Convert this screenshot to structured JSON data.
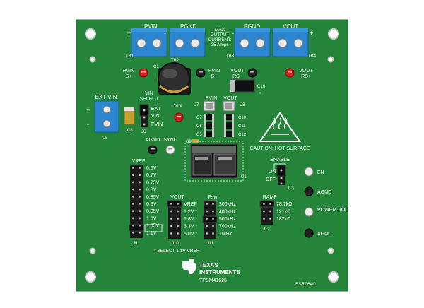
{
  "board": {
    "terminals": {
      "pvin": "PVIN",
      "pgnd1": "PGND",
      "pgnd2": "PGND",
      "vout": "VOUT",
      "tb1": "TB1",
      "tb2": "TB2",
      "tb3": "TB3",
      "tb4": "TB4",
      "plus": "+",
      "minus": "-"
    },
    "max_current": {
      "line1": "MAX",
      "line2": "OUTPUT",
      "line3": "CURRENT:",
      "line4": "25 Amps"
    },
    "testpoints": {
      "pvin_splus": "PVIN S+",
      "pvin_sminus": "PVIN S-",
      "vout_rsminus": "VOUT RS-",
      "vout_rsplus": "VOUT RS+",
      "vin": "VIN",
      "agnd": "AGND",
      "sync": "SYNC"
    },
    "labels": {
      "c1": "C1",
      "c16": "C16",
      "c8": "C8",
      "c9": "C9",
      "c7": "C7",
      "c6": "C6",
      "c5": "C5",
      "c10": "C10",
      "c11": "C11",
      "c12": "C12",
      "j7": "J7",
      "j8": "J8",
      "pvin_small": "PVIN",
      "vout_small": "VOUT",
      "u1": "U1",
      "j5": "J5",
      "j6": "J6"
    },
    "ext_vin": {
      "title": "EXT VIN",
      "plus": "+",
      "minus": "-"
    },
    "vin_select": {
      "title1": "VIN",
      "title2": "SELECT",
      "options": [
        "EXT",
        "VIN",
        "PVIN"
      ]
    },
    "caution": "CAUTION: HOT SURFACE",
    "enable": {
      "title": "ENABLE",
      "on": "ON",
      "off": "OFF",
      "ref": "J13"
    },
    "right_tps": [
      "EN",
      "AGND",
      "POWER GOOD",
      "AGND"
    ],
    "vref": {
      "title": "VREF",
      "values": [
        "0.6V",
        "0.7V",
        "0.75V",
        "0.8V",
        "0.85V",
        "0.9V",
        "0.95V",
        "1.0V",
        "1.05V",
        "1.1V"
      ],
      "ref": "J9"
    },
    "vout_sel": {
      "title": "VOUT",
      "values": [
        "VREF",
        "1.2V *",
        "1.8V *",
        "3.3V *",
        "5.0V *"
      ],
      "ref": "J10"
    },
    "fsw": {
      "title": "Fsw",
      "values": [
        "300kHz",
        "400kHz",
        "500kHz",
        "700kHz",
        "1MHz"
      ],
      "ref": "J11"
    },
    "ramp": {
      "title": "RAMP",
      "values": [
        "78.7kΩ",
        "121kΩ",
        "187kΩ"
      ],
      "ref": "J12"
    },
    "footnote": "* SELECT 1.1V VREF",
    "brand": {
      "line1": "TEXAS",
      "line2": "INSTRUMENTS",
      "part": "TPSM41625"
    },
    "board_id": "BSR064C"
  },
  "colors": {
    "pcb": "#24843a",
    "terminal": "#2b86cf",
    "testpoint_red": "#d41f1f",
    "header": "#1b1b1b",
    "silkscreen": "#ffffff"
  }
}
